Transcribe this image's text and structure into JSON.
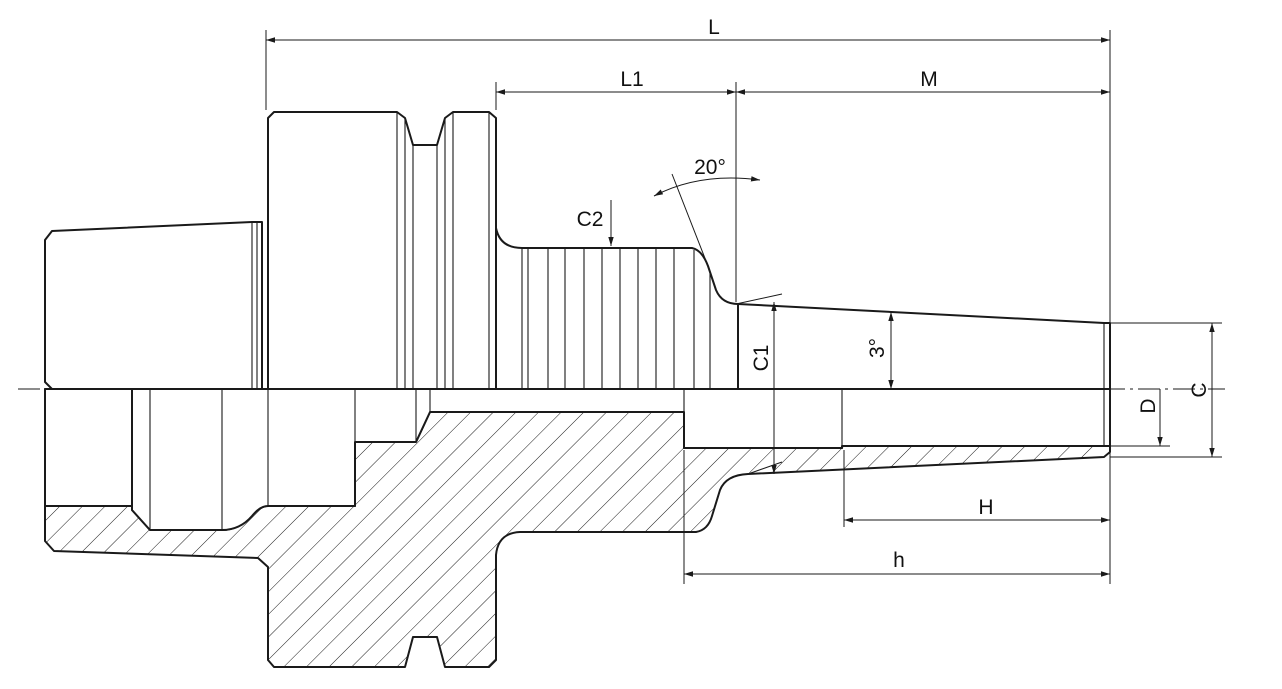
{
  "dimensions": {
    "L": "L",
    "L1": "L1",
    "M": "M",
    "angle20": "20°",
    "C2": "C2",
    "C1": "C1",
    "angle3": "3°",
    "D": "D",
    "C": "C",
    "H": "H",
    "h": "h"
  },
  "colors": {
    "line": "#1a1a1a",
    "background": "#ffffff"
  }
}
